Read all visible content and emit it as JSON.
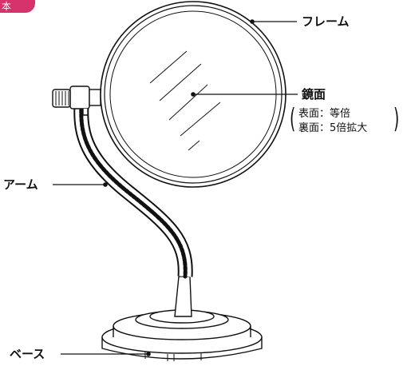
{
  "badge": {
    "text": "本 体",
    "color": "#d6336c"
  },
  "labels": {
    "frame": "フレーム",
    "mirror": "鏡面",
    "mirror_front": "表面：等倍",
    "mirror_back": "裏面：5倍拡大",
    "arm": "アーム",
    "base": "ベース"
  },
  "colors": {
    "line": "#111111",
    "fill": "#ffffff"
  }
}
